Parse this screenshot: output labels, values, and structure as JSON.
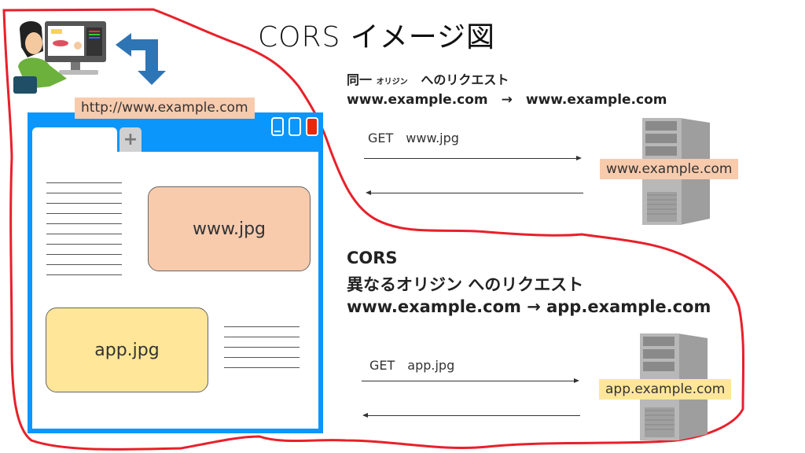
{
  "title": "CORS イメージ図",
  "client": {
    "url_label": "http://www.example.com",
    "browser": {
      "new_tab_symbol": "+",
      "window_buttons": [
        "minimize",
        "maximize",
        "close"
      ],
      "images": [
        {
          "label": "www.jpg",
          "color": "#f8cbad"
        },
        {
          "label": "app.jpg",
          "color": "#ffe699"
        }
      ]
    }
  },
  "same_origin": {
    "heading_prefix": "同一",
    "heading_kana": "オリジン",
    "heading_suffix": "へのリクエスト",
    "route": "www.example.com　→　www.example.com",
    "request_label": "GET　www.jpg",
    "server_label": "www.example.com"
  },
  "cors": {
    "heading": "CORS",
    "subheading": "異なるオリジン へのリクエスト",
    "route": "www.example.com → app.example.com",
    "request_label": "GET　app.jpg",
    "server_label": "app.example.com"
  },
  "colors": {
    "outline_red": "#e8202a",
    "browser_blue": "#0b96fb",
    "label_orange": "#f8cbad",
    "label_yellow": "#ffe699",
    "arrow_blue": "#2e75b6"
  }
}
